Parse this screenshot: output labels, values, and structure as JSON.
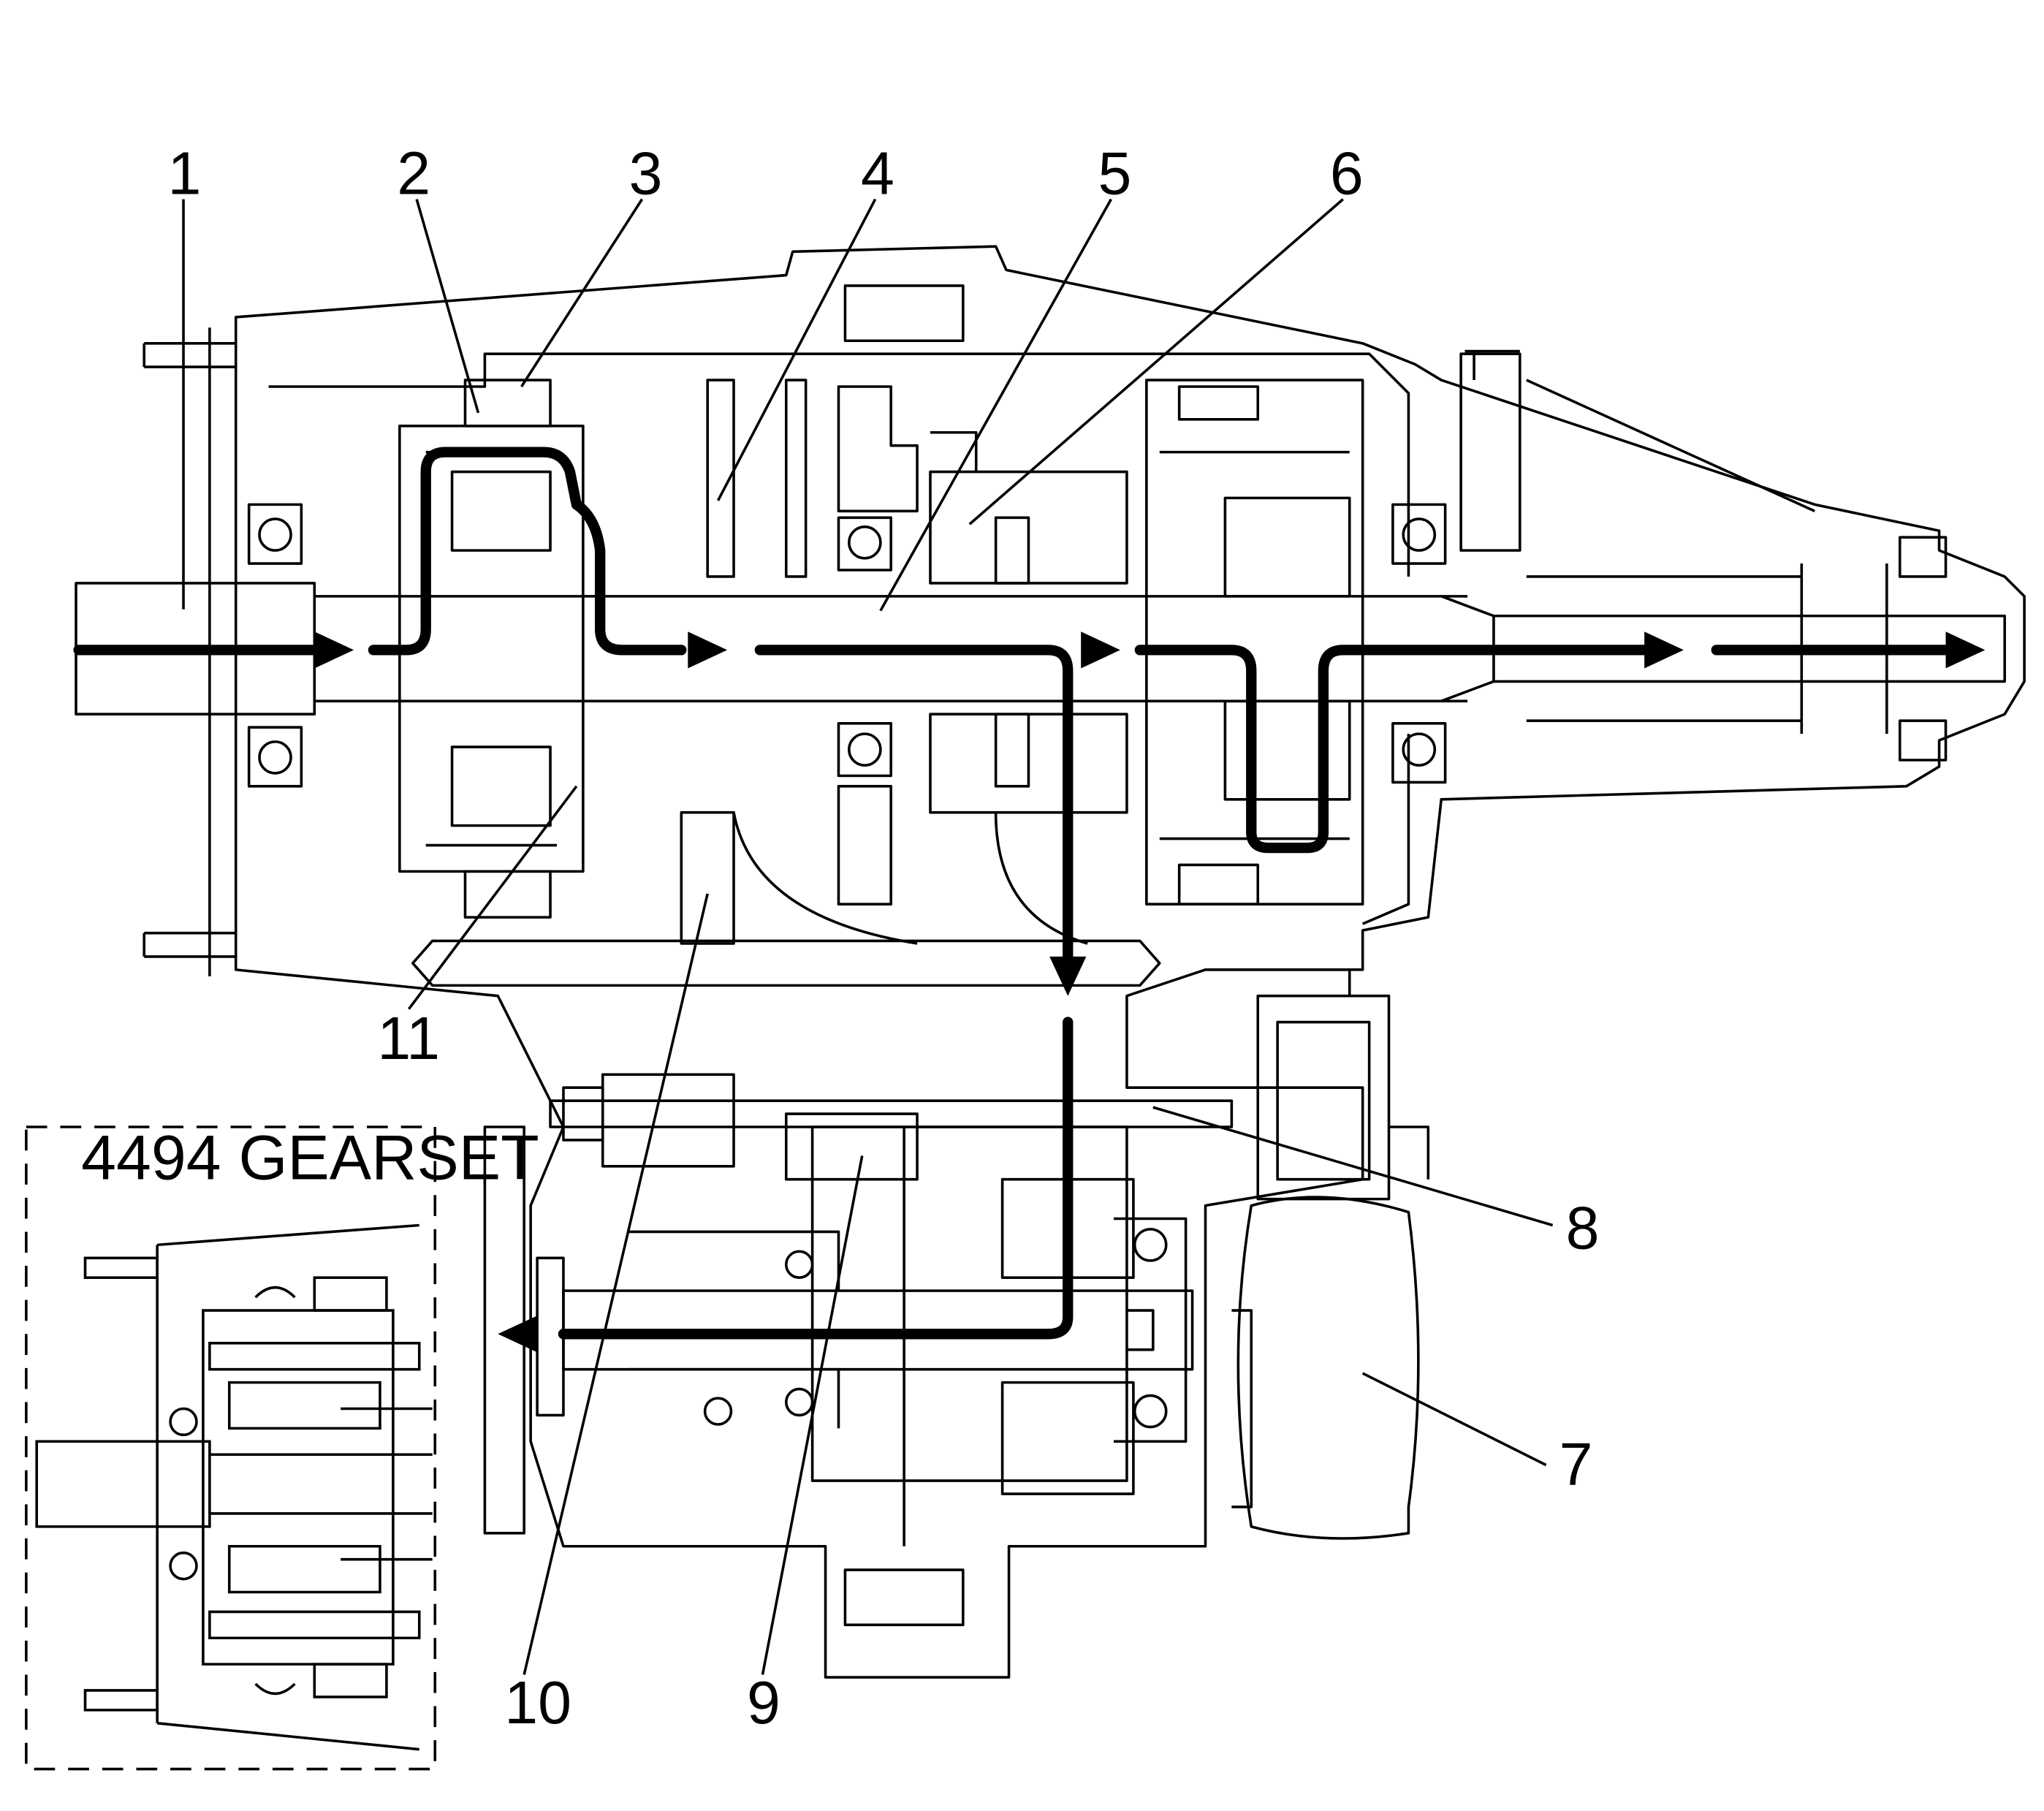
{
  "diagram": {
    "callouts": [
      {
        "id": "1",
        "text": "1"
      },
      {
        "id": "2",
        "text": "2"
      },
      {
        "id": "3",
        "text": "3"
      },
      {
        "id": "4",
        "text": "4"
      },
      {
        "id": "5",
        "text": "5"
      },
      {
        "id": "6",
        "text": "6"
      },
      {
        "id": "7",
        "text": "7"
      },
      {
        "id": "8",
        "text": "8"
      },
      {
        "id": "9",
        "text": "9"
      },
      {
        "id": "10",
        "text": "10"
      },
      {
        "id": "11",
        "text": "11"
      }
    ],
    "inset": {
      "title": "4494 GEARSET"
    }
  },
  "colors": {
    "line": "#000000",
    "background": "#ffffff"
  }
}
